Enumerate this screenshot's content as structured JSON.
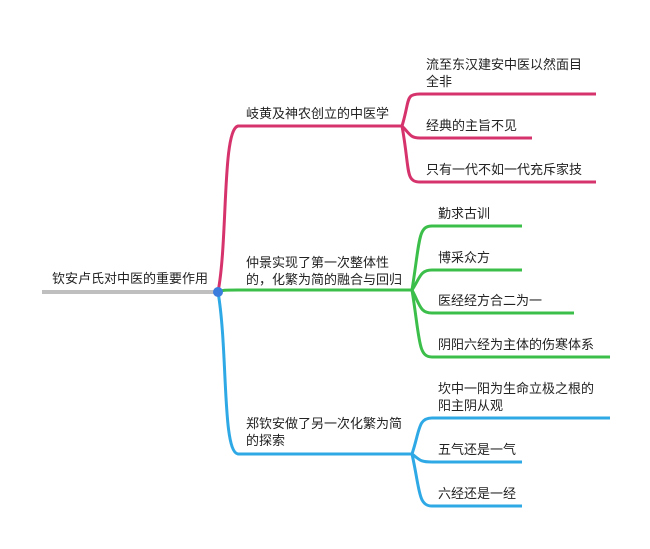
{
  "root": {
    "label": "钦安卢氏对中医的重要作用",
    "color": "#bfbfbf",
    "node_color": "#3b7ddd"
  },
  "branches": [
    {
      "label": "岐黄及神农创立的中医学",
      "color": "#d6336c",
      "leaves": [
        "流至东汉建安中医以然面目全非",
        "经典的主旨不见",
        "只有一代不如一代充斥家技"
      ]
    },
    {
      "label": "仲景实现了第一次整体性的，化繁为简的融合与回归",
      "color": "#3cbf4a",
      "leaves": [
        "勤求古训",
        "博采众方",
        "医经经方合二为一",
        "阴阳六经为主体的伤寒体系"
      ]
    },
    {
      "label": "郑钦安做了另一次化繁为简的探索",
      "color": "#2fa9e6",
      "leaves": [
        "坎中一阳为生命立极之根的阳主阴从观",
        "五气还是一气",
        "六经还是一经"
      ]
    }
  ]
}
